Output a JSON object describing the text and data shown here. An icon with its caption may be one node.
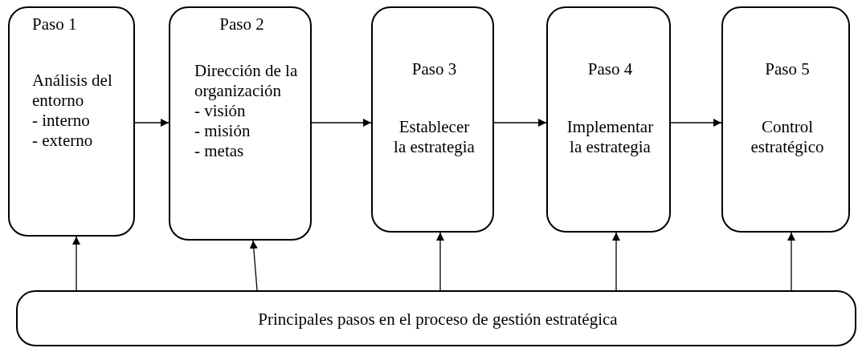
{
  "diagram": {
    "nodes": [
      {
        "text": [
          "Paso 1",
          "Análisis del entorno",
          "- interno",
          "- externo"
        ]
      },
      {
        "text": [
          "Paso 2",
          "Dirección de la organización",
          "- visión",
          "- misión",
          "- metas"
        ]
      },
      {
        "text": [
          "Paso 3",
          "Establecer la estrategia"
        ]
      },
      {
        "text": [
          "Paso 4",
          "Implementar la estrategia"
        ]
      },
      {
        "text": [
          "Paso 5",
          "Control estratégico"
        ]
      },
      {
        "text": [
          "Principales pasos en el proceso de gestión estratégica"
        ]
      }
    ],
    "edges": [
      {
        "from": 0,
        "to": 1,
        "arrow": "to"
      },
      {
        "from": 1,
        "to": 2,
        "arrow": "to"
      },
      {
        "from": 2,
        "to": 3,
        "arrow": "to"
      },
      {
        "from": 3,
        "to": 4,
        "arrow": "to"
      },
      {
        "from": 5,
        "to": 0,
        "arrow": "to"
      },
      {
        "from": 5,
        "to": 1,
        "arrow": "to"
      },
      {
        "from": 5,
        "to": 2,
        "arrow": "to"
      },
      {
        "from": 5,
        "to": 3,
        "arrow": "to"
      },
      {
        "from": 5,
        "to": 4,
        "arrow": "to"
      }
    ]
  }
}
